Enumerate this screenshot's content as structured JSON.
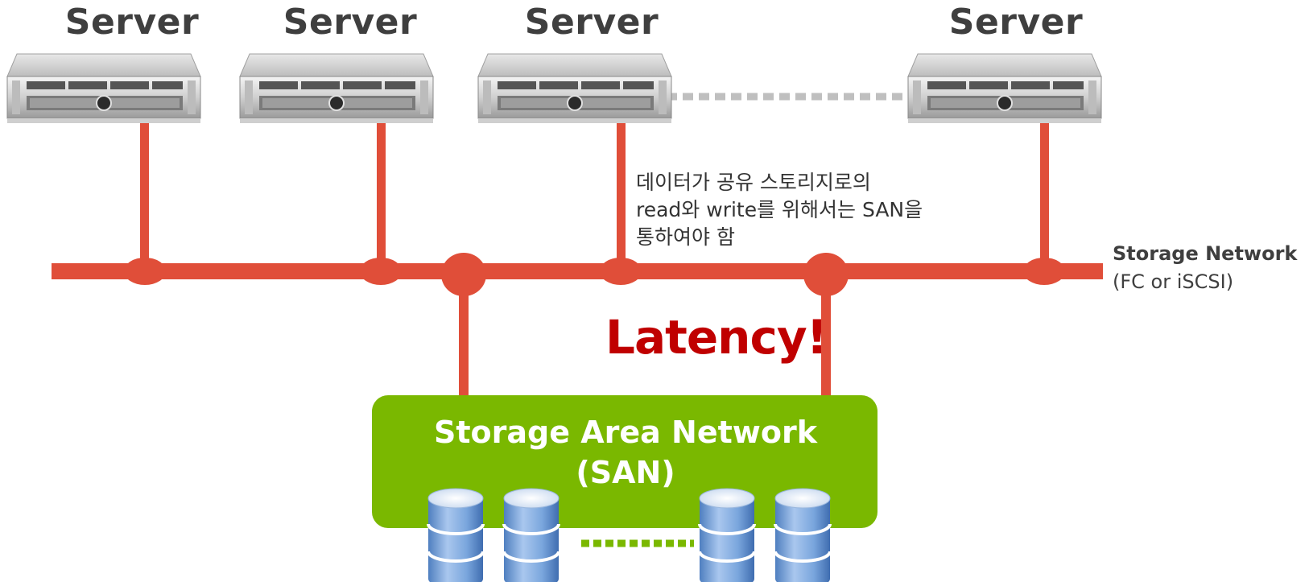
{
  "servers": [
    {
      "label": "Server"
    },
    {
      "label": "Server"
    },
    {
      "label": "Server"
    },
    {
      "label": "Server"
    }
  ],
  "note": {
    "line1": "데이터가  공유 스토리지로의",
    "line2": "read와 write를 위해서는 SAN을",
    "line3": "통하여야 함"
  },
  "storage_network": {
    "title": "Storage Network",
    "subtitle": "(FC or iSCSI)"
  },
  "latency_label": "Latency!",
  "san": {
    "title_line1": "Storage Area Network",
    "title_line2": "(SAN)"
  },
  "colors": {
    "network_line": "#e04e39",
    "san_box": "#7ab800",
    "latency_text": "#c00000",
    "label_text": "#3f3f3f",
    "dotted_connector": "#bfbfbf",
    "san_dotted_connector": "#7ab800",
    "disk_top": "#dfe9f5",
    "disk_body": "#6f9fd8"
  },
  "icons": {
    "server": "rack-server-icon",
    "disk": "database-disk-icon"
  }
}
